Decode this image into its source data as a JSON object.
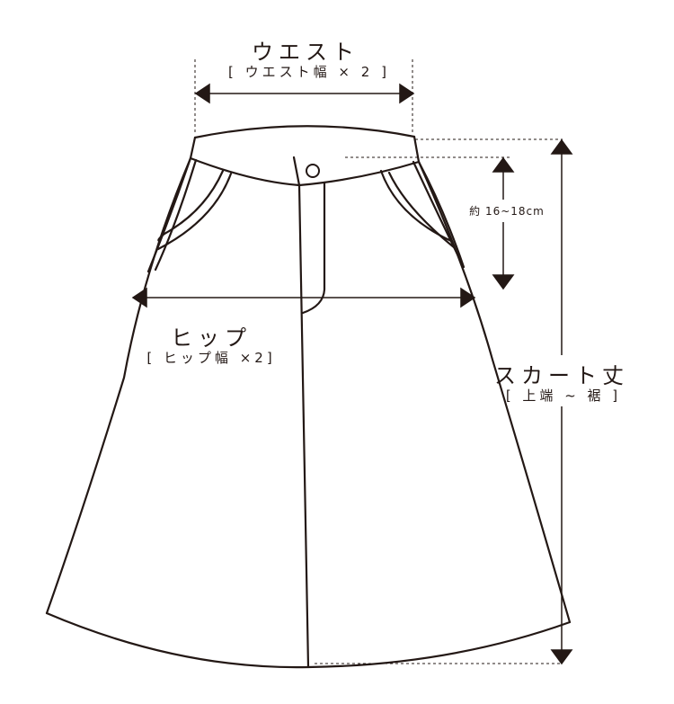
{
  "colors": {
    "stroke": "#231815",
    "background": "#ffffff"
  },
  "labels": {
    "waist": {
      "title": "ウエスト",
      "sub": "[ ウエスト幅 × 2 ]"
    },
    "hip": {
      "title": "ヒップ",
      "sub": "[ ヒップ幅 ×2]"
    },
    "rise": {
      "text": "約 16~18cm"
    },
    "length": {
      "title": "スカート丈",
      "sub": "[ 上端 ~ 裾 ]"
    }
  },
  "measurements": [
    {
      "name": "waist",
      "orientation": "horizontal"
    },
    {
      "name": "hip",
      "orientation": "horizontal"
    },
    {
      "name": "rise",
      "orientation": "vertical"
    },
    {
      "name": "skirt-length",
      "orientation": "vertical"
    }
  ]
}
